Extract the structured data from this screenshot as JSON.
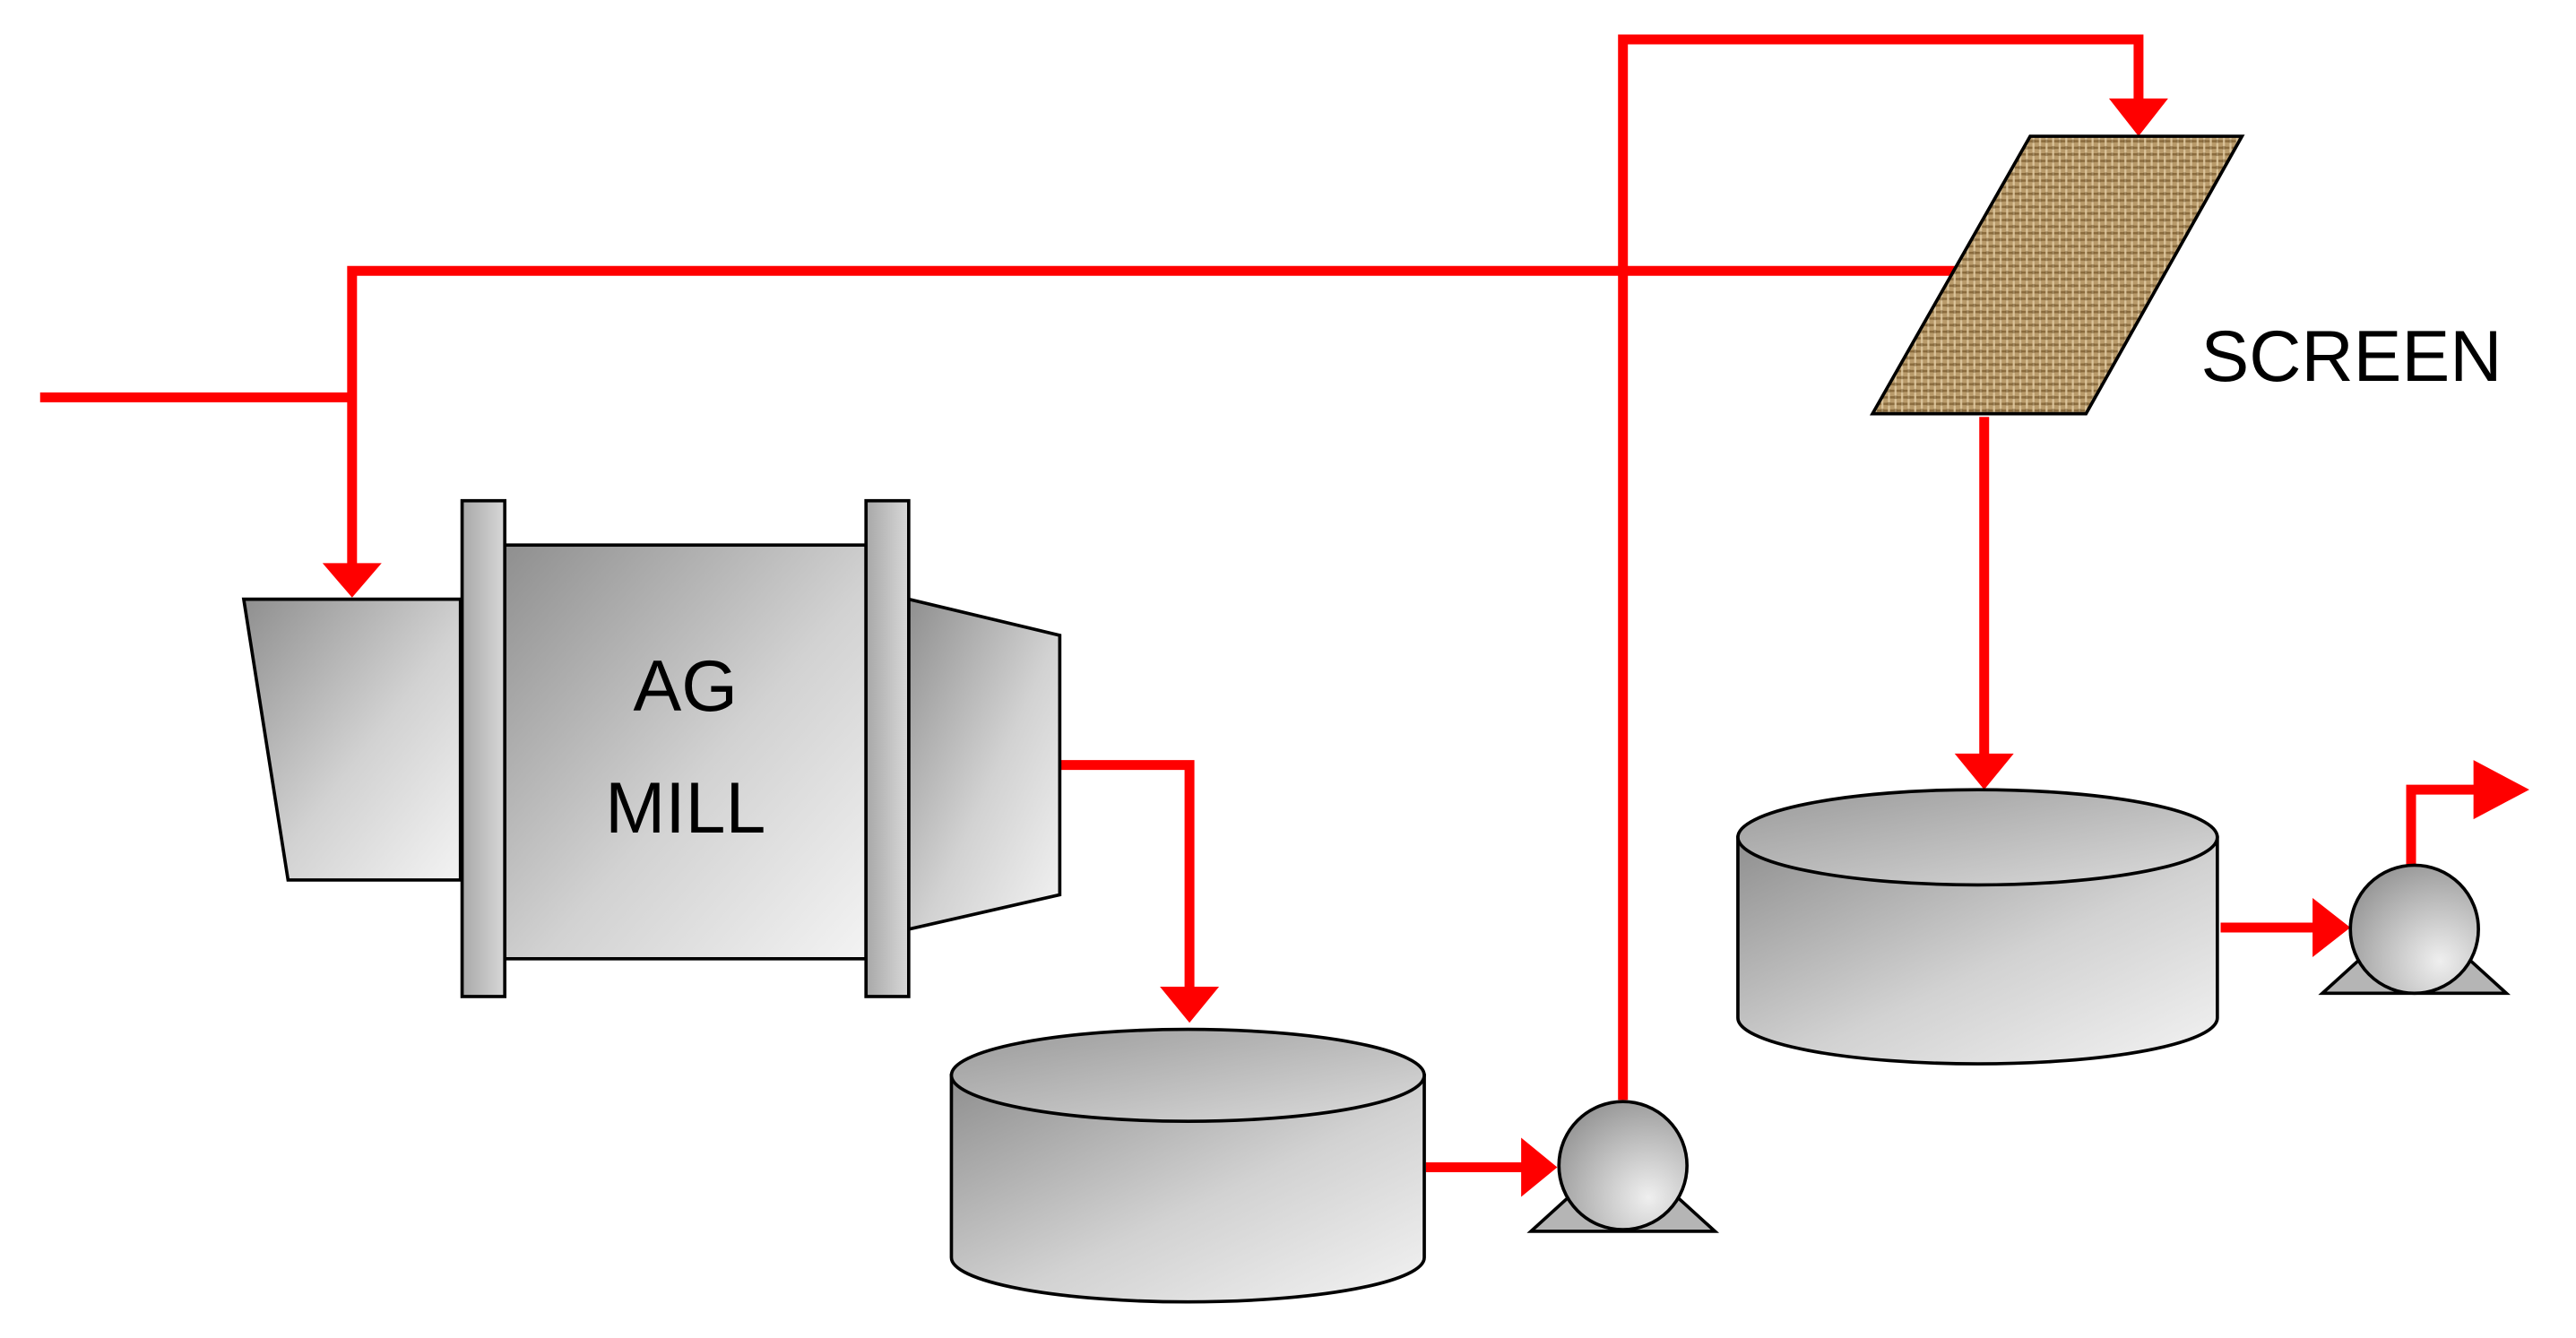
{
  "labels": {
    "mill_line1": "AG",
    "mill_line2": "MILL",
    "screen": "SCREEN"
  },
  "colors": {
    "flow_line": "#ff0000",
    "equipment_outline": "#000000",
    "equipment_fill_light": "#f2f2f2",
    "equipment_fill_dark": "#8c8c8c",
    "screen_fill": "#b89a6a",
    "background": "#ffffff"
  },
  "icons": {
    "mill": "ag-mill-icon",
    "screen": "screen-icon",
    "sump1": "tank-icon",
    "sump2": "tank-icon",
    "pump1": "pump-icon",
    "pump2": "pump-icon"
  }
}
